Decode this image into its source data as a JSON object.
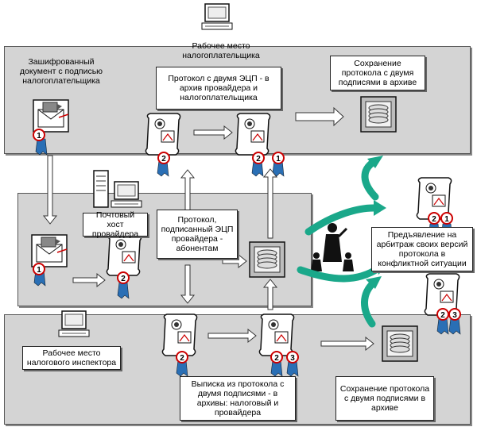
{
  "labels": {
    "taxpayer_workplace": "Рабочее место налогоплательщика",
    "encrypted_doc": "Зашифрованный документ с подписью налогоплательщика",
    "protocol_two_sigs_archive": "Протокол с двумя ЭЦП - в архив провайдера и налогоплательщика",
    "save_protocol_top": "Сохранение протокола с двумя подписями в архиве",
    "mail_host": "Почтовый хост провайдера",
    "protocol_signed_provider": "Протокол, подписанный ЭЦП провайдера - абонентам",
    "arbitration": "Предъявление на арбитраж своих версий протокола в конфликтной ситуации",
    "inspector_workplace": "Рабочее место налогового инспектора",
    "extract_protocol": "Выписка из протокола с двумя подписями - в архивы: налоговый и провайдера",
    "save_protocol_bottom": "Сохранение протокола с двумя подписями в архиве"
  },
  "badges": {
    "one": "1",
    "two": "2",
    "three": "3"
  },
  "colors": {
    "band": "#d4d4d4",
    "ribbon": "#2a6fb5",
    "badge_ring": "#cc0000",
    "teal_arrow": "#1aa88a"
  }
}
